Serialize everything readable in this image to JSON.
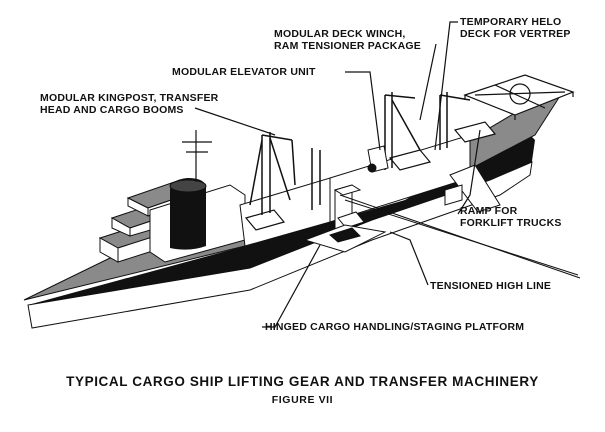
{
  "labels": {
    "temporary_helo_deck": "TEMPORARY HELO\nDECK FOR VERTREP",
    "modular_deck_winch": "MODULAR DECK WINCH,\nRAM TENSIONER PACKAGE",
    "modular_elevator_unit": "MODULAR ELEVATOR UNIT",
    "modular_kingpost": "MODULAR KINGPOST, TRANSFER\nHEAD AND CARGO BOOMS",
    "ramp_for_forklift": "RAMP FOR\nFORKLIFT TRUCKS",
    "tensioned_high_line": "TENSIONED HIGH LINE",
    "hinged_cargo_platform": "HINGED CARGO HANDLING/STAGING PLATFORM"
  },
  "caption": {
    "title": "TYPICAL CARGO SHIP LIFTING GEAR AND TRANSFER MACHINERY",
    "figure": "FIGURE VII"
  },
  "colors": {
    "hull": "#111111",
    "deck": "#8a8a8a",
    "structure": "#ffffff",
    "ink": "#111111"
  }
}
